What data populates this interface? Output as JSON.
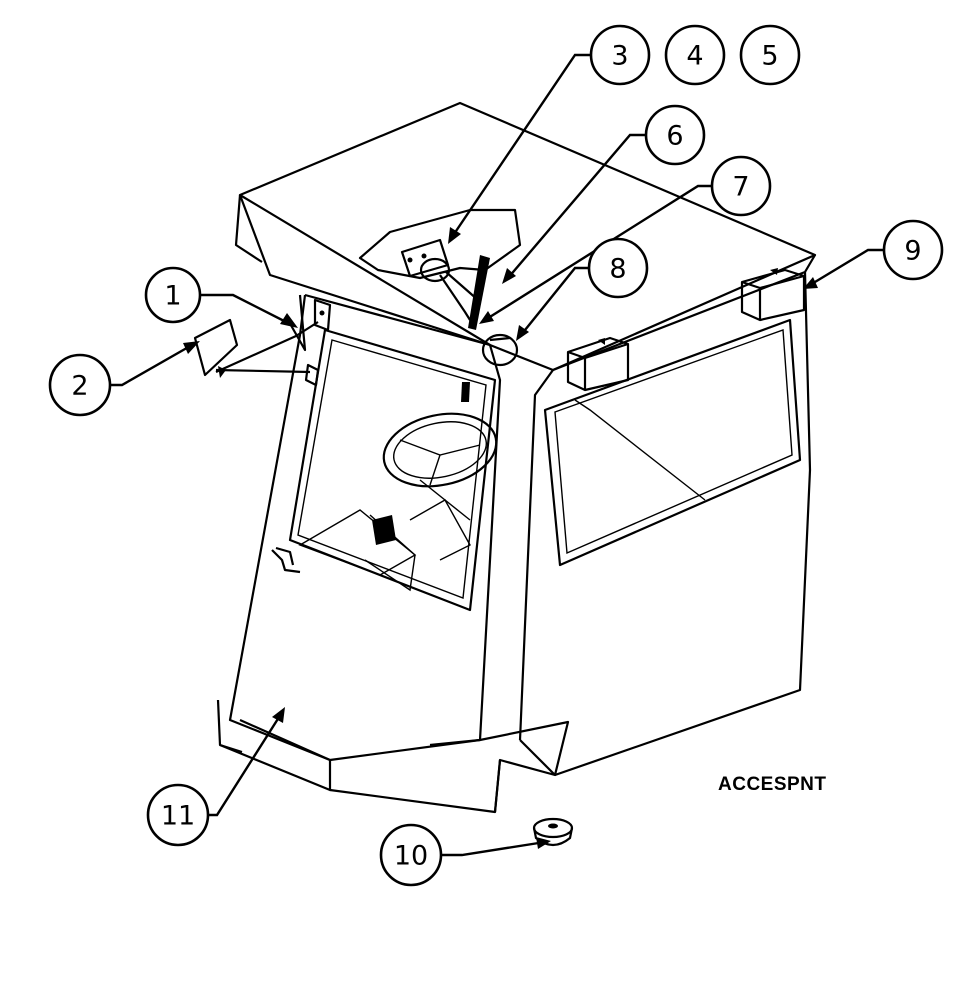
{
  "drawing": {
    "code": "ACCESPNT",
    "callouts": [
      "1",
      "2",
      "3",
      "4",
      "5",
      "6",
      "7",
      "8",
      "9",
      "10",
      "11"
    ]
  }
}
